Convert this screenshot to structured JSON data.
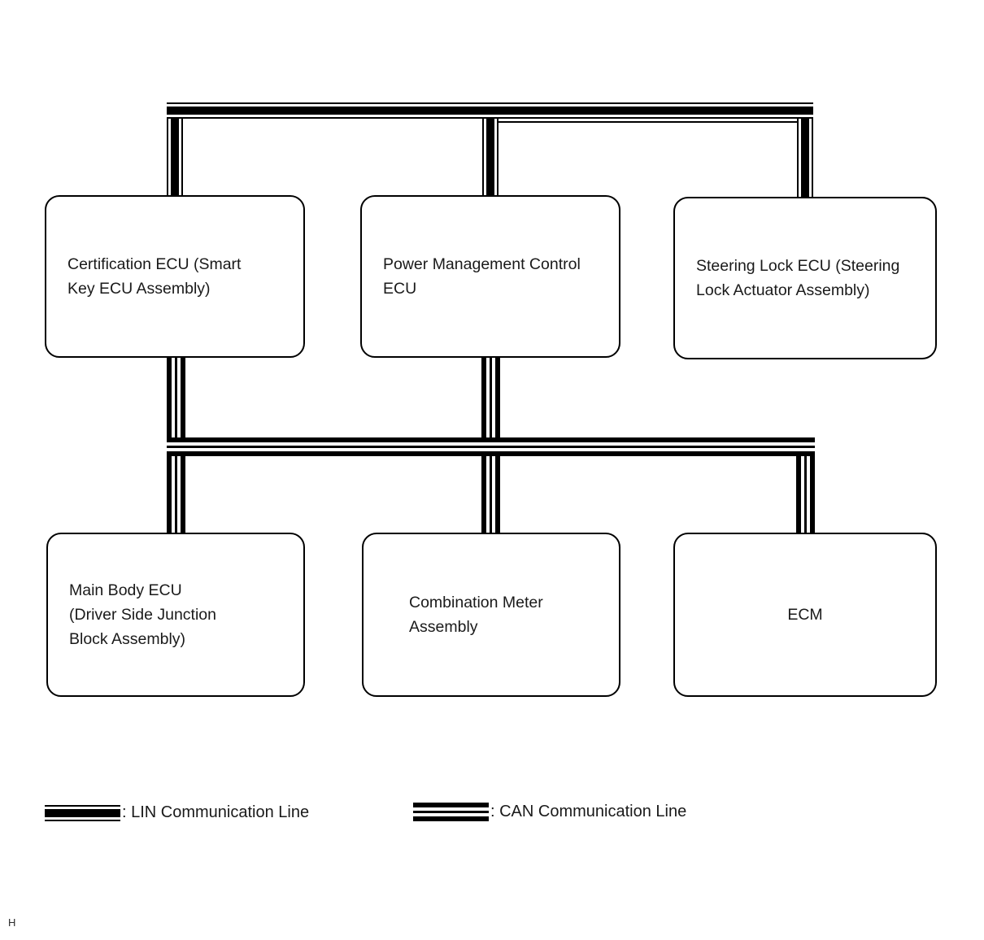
{
  "page": {
    "marker": "H"
  },
  "diagram": {
    "type": "communication-topology",
    "boxes": [
      {
        "id": "certification-ecu",
        "label": "Certification ECU (Smart\nKey ECU Assembly)"
      },
      {
        "id": "power-management-control-ecu",
        "label": "Power Management Control\nECU"
      },
      {
        "id": "steering-lock-ecu",
        "label": "Steering Lock ECU (Steering\nLock Actuator Assembly)"
      },
      {
        "id": "main-body-ecu",
        "label": "Main Body ECU\n(Driver Side Junction\nBlock Assembly)"
      },
      {
        "id": "combination-meter-assembly",
        "label": "Combination Meter\nAssembly"
      },
      {
        "id": "ecm",
        "label": "ECM"
      }
    ],
    "buses": [
      {
        "type": "LIN",
        "members": [
          "certification-ecu",
          "power-management-control-ecu",
          "steering-lock-ecu"
        ]
      },
      {
        "type": "CAN",
        "members": [
          "certification-ecu",
          "power-management-control-ecu",
          "main-body-ecu",
          "combination-meter-assembly",
          "ecm"
        ]
      }
    ],
    "legend": [
      {
        "line_style": "lin",
        "label": ": LIN Communication Line"
      },
      {
        "line_style": "can",
        "label": ": CAN Communication Line"
      }
    ],
    "colors": {
      "line": "#000000",
      "text": "#1a1a1a",
      "background": "#ffffff"
    }
  }
}
